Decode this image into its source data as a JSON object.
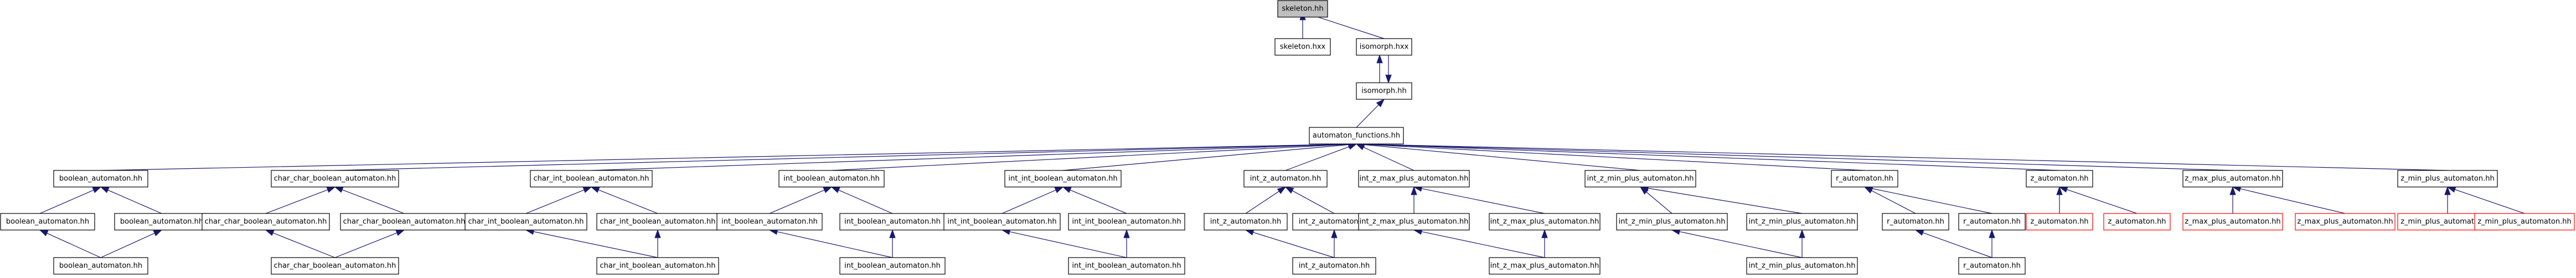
{
  "nodes": [
    {
      "id": "skeleton_hh",
      "label": "skeleton.hh",
      "style": "root"
    },
    {
      "id": "skeleton_hxx",
      "label": "skeleton.hxx",
      "style": "normal"
    },
    {
      "id": "isomorph_hxx",
      "label": "isomorph.hxx",
      "style": "normal"
    },
    {
      "id": "isomorph_hh",
      "label": "isomorph.hh",
      "style": "normal"
    },
    {
      "id": "automaton_functions_hh",
      "label": "automaton_functions.hh",
      "style": "normal"
    },
    {
      "id": "boolean_automaton_hh",
      "label": "boolean_automaton.hh",
      "style": "normal"
    },
    {
      "id": "char_char_boolean_automaton_hh",
      "label": "char_char_boolean_automaton.hh",
      "style": "normal"
    },
    {
      "id": "char_int_boolean_automaton_hh",
      "label": "char_int_boolean_automaton.hh",
      "style": "normal"
    },
    {
      "id": "int_boolean_automaton_hh",
      "label": "int_boolean_automaton.hh",
      "style": "normal"
    },
    {
      "id": "int_int_boolean_automaton_hh",
      "label": "int_int_boolean_automaton.hh",
      "style": "normal"
    },
    {
      "id": "int_z_automaton_hh",
      "label": "int_z_automaton.hh",
      "style": "normal"
    },
    {
      "id": "int_z_max_plus_automaton_hh",
      "label": "int_z_max_plus_automaton.hh",
      "style": "normal"
    },
    {
      "id": "int_z_min_plus_automaton_hh",
      "label": "int_z_min_plus_automaton.hh",
      "style": "normal"
    },
    {
      "id": "r_automaton_hh",
      "label": "r_automaton.hh",
      "style": "normal"
    },
    {
      "id": "z_automaton_hh",
      "label": "z_automaton.hh",
      "style": "normal"
    },
    {
      "id": "z_max_plus_automaton_hh",
      "label": "z_max_plus_automaton.hh",
      "style": "normal"
    },
    {
      "id": "z_min_plus_automaton_hh",
      "label": "z_min_plus_automaton.hh",
      "style": "normal"
    },
    {
      "id": "b_a",
      "label": "boolean_automaton.hh",
      "style": "normal"
    },
    {
      "id": "b_b",
      "label": "boolean_automaton.hh",
      "style": "normal"
    },
    {
      "id": "ccb_a",
      "label": "char_char_boolean_automaton.hh",
      "style": "normal"
    },
    {
      "id": "ccb_b",
      "label": "char_char_boolean_automaton.hh",
      "style": "normal"
    },
    {
      "id": "cib_a",
      "label": "char_int_boolean_automaton.hh",
      "style": "normal"
    },
    {
      "id": "cib_b",
      "label": "char_int_boolean_automaton.hh",
      "style": "normal"
    },
    {
      "id": "ib_a",
      "label": "int_boolean_automaton.hh",
      "style": "normal"
    },
    {
      "id": "ib_b",
      "label": "int_boolean_automaton.hh",
      "style": "normal"
    },
    {
      "id": "iib_a",
      "label": "int_int_boolean_automaton.hh",
      "style": "normal"
    },
    {
      "id": "iib_b",
      "label": "int_int_boolean_automaton.hh",
      "style": "normal"
    },
    {
      "id": "iz_a",
      "label": "int_z_automaton.hh",
      "style": "normal"
    },
    {
      "id": "iz_b",
      "label": "int_z_automaton.hh",
      "style": "normal"
    },
    {
      "id": "izmax_a",
      "label": "int_z_max_plus_automaton.hh",
      "style": "normal"
    },
    {
      "id": "izmax_b",
      "label": "int_z_max_plus_automaton.hh",
      "style": "normal"
    },
    {
      "id": "izmin_a",
      "label": "int_z_min_plus_automaton.hh",
      "style": "normal"
    },
    {
      "id": "izmin_b",
      "label": "int_z_min_plus_automaton.hh",
      "style": "normal"
    },
    {
      "id": "r_a",
      "label": "r_automaton.hh",
      "style": "normal"
    },
    {
      "id": "r_b",
      "label": "r_automaton.hh",
      "style": "normal"
    },
    {
      "id": "z_a",
      "label": "z_automaton.hh",
      "style": "missing"
    },
    {
      "id": "z_b",
      "label": "z_automaton.hh",
      "style": "missing"
    },
    {
      "id": "zmax_a",
      "label": "z_max_plus_automaton.hh",
      "style": "missing"
    },
    {
      "id": "zmax_b",
      "label": "z_max_plus_automaton.hh",
      "style": "missing"
    },
    {
      "id": "zmin_a",
      "label": "z_min_plus_automaton.hh",
      "style": "missing"
    },
    {
      "id": "zmin_b",
      "label": "z_min_plus_automaton.hh",
      "style": "missing"
    },
    {
      "id": "b_c",
      "label": "boolean_automaton.hh",
      "style": "normal"
    },
    {
      "id": "ccb_c",
      "label": "char_char_boolean_automaton.hh",
      "style": "normal"
    },
    {
      "id": "cib_c",
      "label": "char_int_boolean_automaton.hh",
      "style": "normal"
    },
    {
      "id": "ib_c",
      "label": "int_boolean_automaton.hh",
      "style": "normal"
    },
    {
      "id": "iib_c",
      "label": "int_int_boolean_automaton.hh",
      "style": "normal"
    },
    {
      "id": "iz_c",
      "label": "int_z_automaton.hh",
      "style": "normal"
    },
    {
      "id": "izmax_c",
      "label": "int_z_max_plus_automaton.hh",
      "style": "normal"
    },
    {
      "id": "izmin_c",
      "label": "int_z_min_plus_automaton.hh",
      "style": "normal"
    },
    {
      "id": "r_c",
      "label": "r_automaton.hh",
      "style": "normal"
    }
  ],
  "edges": [
    [
      "skeleton_hxx",
      "skeleton_hh"
    ],
    [
      "isomorph_hxx",
      "skeleton_hh"
    ],
    [
      "isomorph_hh",
      "isomorph_hxx"
    ],
    [
      "isomorph_hxx",
      "isomorph_hh"
    ],
    [
      "automaton_functions_hh",
      "isomorph_hh"
    ],
    [
      "boolean_automaton_hh",
      "automaton_functions_hh"
    ],
    [
      "char_char_boolean_automaton_hh",
      "automaton_functions_hh"
    ],
    [
      "char_int_boolean_automaton_hh",
      "automaton_functions_hh"
    ],
    [
      "int_boolean_automaton_hh",
      "automaton_functions_hh"
    ],
    [
      "int_int_boolean_automaton_hh",
      "automaton_functions_hh"
    ],
    [
      "int_z_automaton_hh",
      "automaton_functions_hh"
    ],
    [
      "int_z_max_plus_automaton_hh",
      "automaton_functions_hh"
    ],
    [
      "int_z_min_plus_automaton_hh",
      "automaton_functions_hh"
    ],
    [
      "r_automaton_hh",
      "automaton_functions_hh"
    ],
    [
      "z_automaton_hh",
      "automaton_functions_hh"
    ],
    [
      "z_max_plus_automaton_hh",
      "automaton_functions_hh"
    ],
    [
      "z_min_plus_automaton_hh",
      "automaton_functions_hh"
    ],
    [
      "b_a",
      "boolean_automaton_hh"
    ],
    [
      "b_b",
      "boolean_automaton_hh"
    ],
    [
      "ccb_a",
      "char_char_boolean_automaton_hh"
    ],
    [
      "ccb_b",
      "char_char_boolean_automaton_hh"
    ],
    [
      "cib_a",
      "char_int_boolean_automaton_hh"
    ],
    [
      "cib_b",
      "char_int_boolean_automaton_hh"
    ],
    [
      "ib_a",
      "int_boolean_automaton_hh"
    ],
    [
      "ib_b",
      "int_boolean_automaton_hh"
    ],
    [
      "iib_a",
      "int_int_boolean_automaton_hh"
    ],
    [
      "iib_b",
      "int_int_boolean_automaton_hh"
    ],
    [
      "iz_a",
      "int_z_automaton_hh"
    ],
    [
      "iz_b",
      "int_z_automaton_hh"
    ],
    [
      "izmax_a",
      "int_z_max_plus_automaton_hh"
    ],
    [
      "izmax_b",
      "int_z_max_plus_automaton_hh"
    ],
    [
      "izmin_a",
      "int_z_min_plus_automaton_hh"
    ],
    [
      "izmin_b",
      "int_z_min_plus_automaton_hh"
    ],
    [
      "r_a",
      "r_automaton_hh"
    ],
    [
      "r_b",
      "r_automaton_hh"
    ],
    [
      "z_a",
      "z_automaton_hh"
    ],
    [
      "z_b",
      "z_automaton_hh"
    ],
    [
      "zmax_a",
      "z_max_plus_automaton_hh"
    ],
    [
      "zmax_b",
      "z_max_plus_automaton_hh"
    ],
    [
      "zmin_a",
      "z_min_plus_automaton_hh"
    ],
    [
      "zmin_b",
      "z_min_plus_automaton_hh"
    ],
    [
      "b_c",
      "b_a"
    ],
    [
      "b_c",
      "b_b"
    ],
    [
      "ccb_c",
      "ccb_a"
    ],
    [
      "ccb_c",
      "ccb_b"
    ],
    [
      "cib_c",
      "cib_a"
    ],
    [
      "cib_c",
      "cib_b"
    ],
    [
      "ib_c",
      "ib_a"
    ],
    [
      "ib_c",
      "ib_b"
    ],
    [
      "iib_c",
      "iib_a"
    ],
    [
      "iib_c",
      "iib_b"
    ],
    [
      "iz_c",
      "iz_a"
    ],
    [
      "iz_c",
      "iz_b"
    ],
    [
      "izmax_c",
      "izmax_a"
    ],
    [
      "izmax_c",
      "izmax_b"
    ],
    [
      "izmin_c",
      "izmin_a"
    ],
    [
      "izmin_c",
      "izmin_b"
    ],
    [
      "r_c",
      "r_a"
    ],
    [
      "r_c",
      "r_b"
    ]
  ],
  "colors": {
    "edge": "#191970",
    "missing_border": "#ff0000",
    "root_fill": "#bfbfbf",
    "border": "#000000"
  }
}
